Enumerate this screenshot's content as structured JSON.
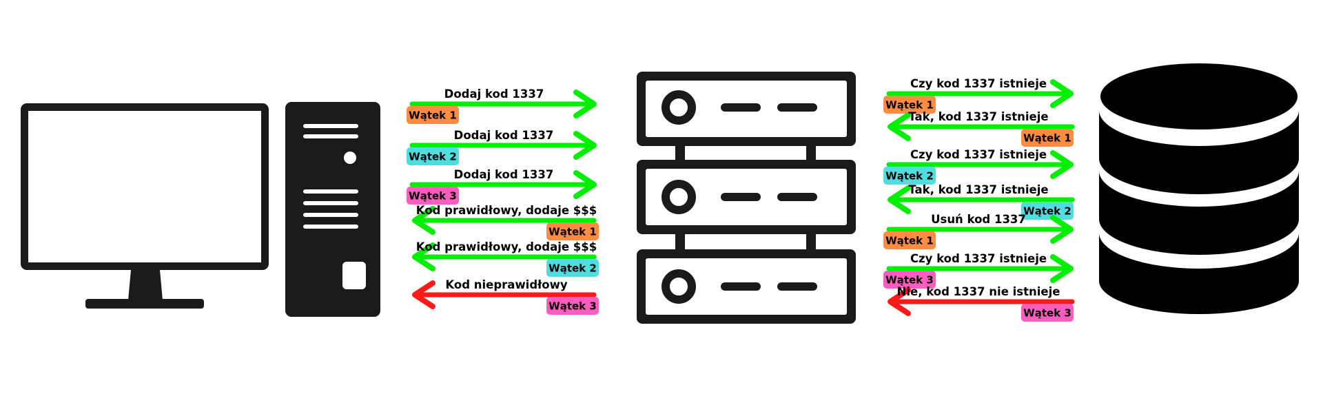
{
  "colors": {
    "ok_arrow": "#00ee00",
    "error_arrow": "#ff1a1a",
    "icon": "#1a1a1a",
    "background": "#ffffff",
    "thread_1": "#ff8c42",
    "thread_2": "#4fdde0",
    "thread_3": "#ff5cc0"
  },
  "icons": {
    "client": "desktop-computer-icon",
    "server": "server-rack-icon",
    "database": "database-icon"
  },
  "client_server_messages": [
    {
      "label": "Dodaj kod 1337",
      "direction": "right",
      "status": "ok",
      "thread": "Wątek 1",
      "thread_color": "thread_1"
    },
    {
      "label": "Dodaj kod 1337",
      "direction": "right",
      "status": "ok",
      "thread": "Wątek 2",
      "thread_color": "thread_2"
    },
    {
      "label": "Dodaj kod 1337",
      "direction": "right",
      "status": "ok",
      "thread": "Wątek  3",
      "thread_color": "thread_3"
    },
    {
      "label": "Kod prawidłowy, dodaje $$$",
      "direction": "left",
      "status": "ok",
      "thread": "Wątek 1",
      "thread_color": "thread_1"
    },
    {
      "label": "Kod prawidłowy, dodaje $$$",
      "direction": "left",
      "status": "ok",
      "thread": "Wątek 2",
      "thread_color": "thread_2"
    },
    {
      "label": "Kod nieprawidłowy",
      "direction": "left",
      "status": "error",
      "thread": "Wątek  3",
      "thread_color": "thread_3"
    }
  ],
  "server_db_messages": [
    {
      "label": "Czy kod 1337 istnieje",
      "direction": "right",
      "status": "ok",
      "thread": "Wątek 1",
      "thread_color": "thread_1"
    },
    {
      "label": "Tak, kod 1337 istnieje",
      "direction": "left",
      "status": "ok",
      "thread": "Wątek 1",
      "thread_color": "thread_1"
    },
    {
      "label": "Czy kod 1337 istnieje",
      "direction": "right",
      "status": "ok",
      "thread": "Wątek 2",
      "thread_color": "thread_2"
    },
    {
      "label": "Tak, kod 1337 istnieje",
      "direction": "left",
      "status": "ok",
      "thread": "Wątek 2",
      "thread_color": "thread_2"
    },
    {
      "label": "Usuń kod 1337",
      "direction": "right",
      "status": "ok",
      "thread": "Wątek 1",
      "thread_color": "thread_1"
    },
    {
      "label": "Czy kod 1337 istnieje",
      "direction": "right",
      "status": "ok",
      "thread": "Wątek 3",
      "thread_color": "thread_3"
    },
    {
      "label": "Nie, kod 1337 nie istnieje",
      "direction": "left",
      "status": "error",
      "thread": "Wątek 3",
      "thread_color": "thread_3"
    }
  ]
}
